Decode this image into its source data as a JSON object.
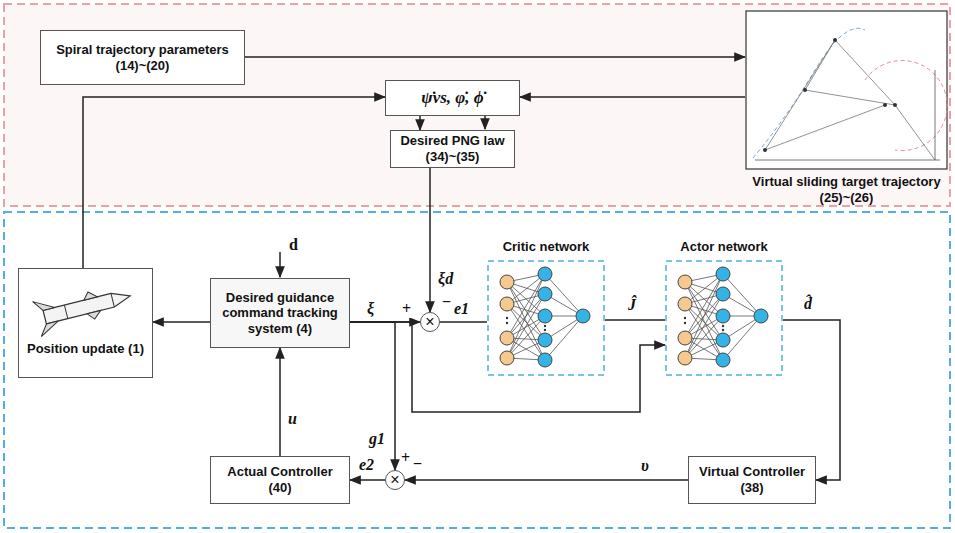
{
  "diagram": {
    "nodes": [
      {
        "text": [
          "Spiral trajectory parameters (14)~(20)"
        ]
      },
      {
        "text": [
          "Virtual sliding target trajectory (25)~(26)"
        ]
      },
      {
        "text": [
          "ψ̇vs, φ̇, ϕ̇"
        ]
      },
      {
        "text": [
          "Desired PNG law (34)~(35)"
        ]
      },
      {
        "text": [
          "Position update (1)"
        ]
      },
      {
        "text": [
          "Desired guidance command tracking system (4)"
        ]
      },
      {
        "text": [
          "×"
        ]
      },
      {
        "text": [
          "Critic network"
        ]
      },
      {
        "text": [
          "Actor network"
        ]
      },
      {
        "text": [
          "Virtual Controller (38)"
        ]
      },
      {
        "text": [
          "×"
        ]
      },
      {
        "text": [
          "Actual Controller (40)"
        ]
      }
    ],
    "edges": [
      {
        "from": 0,
        "to": 1,
        "arrow": "to"
      },
      {
        "from": 1,
        "to": 2,
        "arrow": "to"
      },
      {
        "from": 4,
        "to": 2,
        "arrow": "to"
      },
      {
        "from": 2,
        "to": 3,
        "arrow": "to"
      },
      {
        "from": 3,
        "to": 6,
        "label": "ξd",
        "arrow": "to"
      },
      {
        "from": 5,
        "to": 4,
        "arrow": "to"
      },
      {
        "from": 5,
        "to": 6,
        "label": "ξ",
        "arrow": "to"
      },
      {
        "from": 6,
        "to": 7,
        "label": "e1",
        "arrow": "none"
      },
      {
        "from": 7,
        "to": 8,
        "label": "Ĵ",
        "arrow": "none"
      },
      {
        "from": 5,
        "to": 8,
        "arrow": "to"
      },
      {
        "from": 8,
        "to": 9,
        "label": "d̂",
        "arrow": "to"
      },
      {
        "from": 5,
        "to": 10,
        "label": "g1",
        "arrow": "to"
      },
      {
        "from": 9,
        "to": 10,
        "label": "υ",
        "arrow": "to"
      },
      {
        "from": 10,
        "to": 11,
        "label": "e2",
        "arrow": "to"
      },
      {
        "from": 11,
        "to": 5,
        "label": "u",
        "arrow": "to"
      }
    ],
    "labels": [
      "d",
      "−",
      "+",
      "+",
      "−"
    ]
  }
}
